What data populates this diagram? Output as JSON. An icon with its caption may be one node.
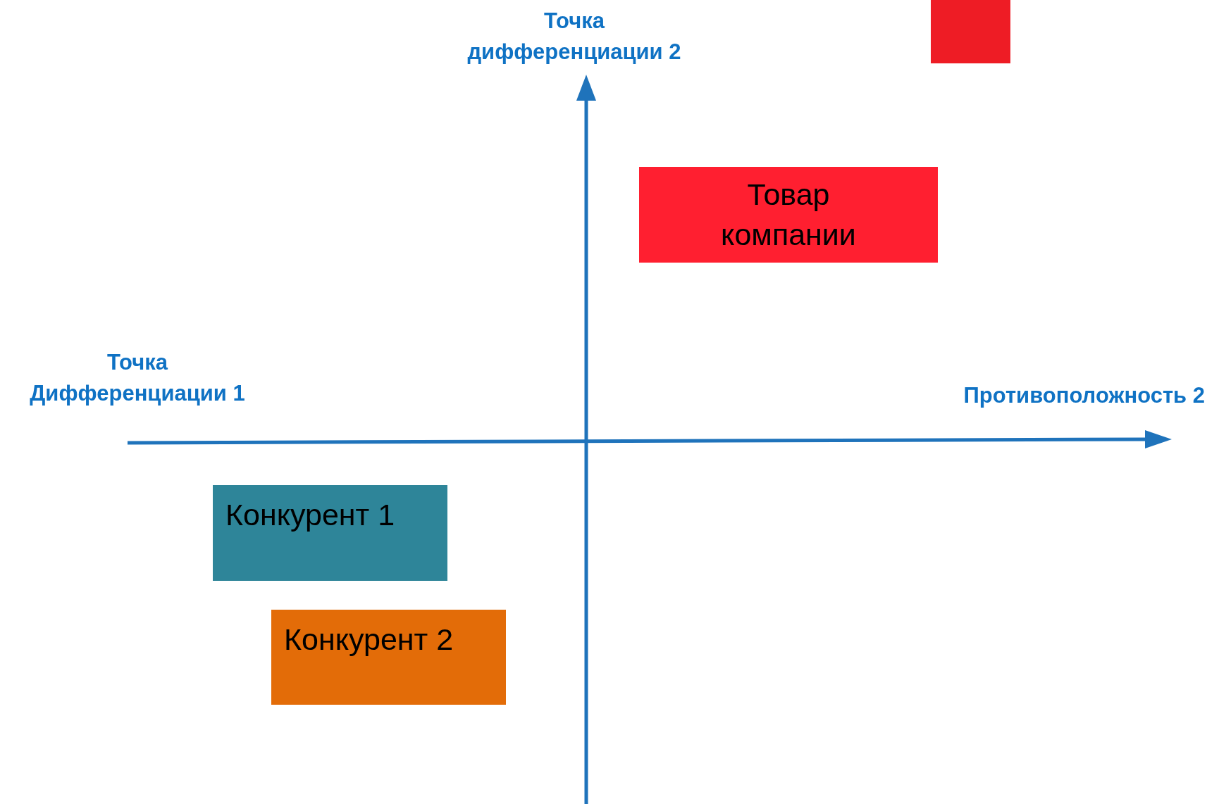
{
  "diagram": {
    "nodes": [
      {
        "text": [],
        "shape": "box"
      },
      {
        "text": [
          "Товар компании"
        ]
      },
      {
        "text": [
          "Конкурент 1"
        ]
      },
      {
        "text": [
          "Конкурент 2"
        ]
      }
    ],
    "labels": [
      "Точка дифференциации 2",
      "Точка Дифференциации 1",
      "Противоположность 2"
    ]
  }
}
